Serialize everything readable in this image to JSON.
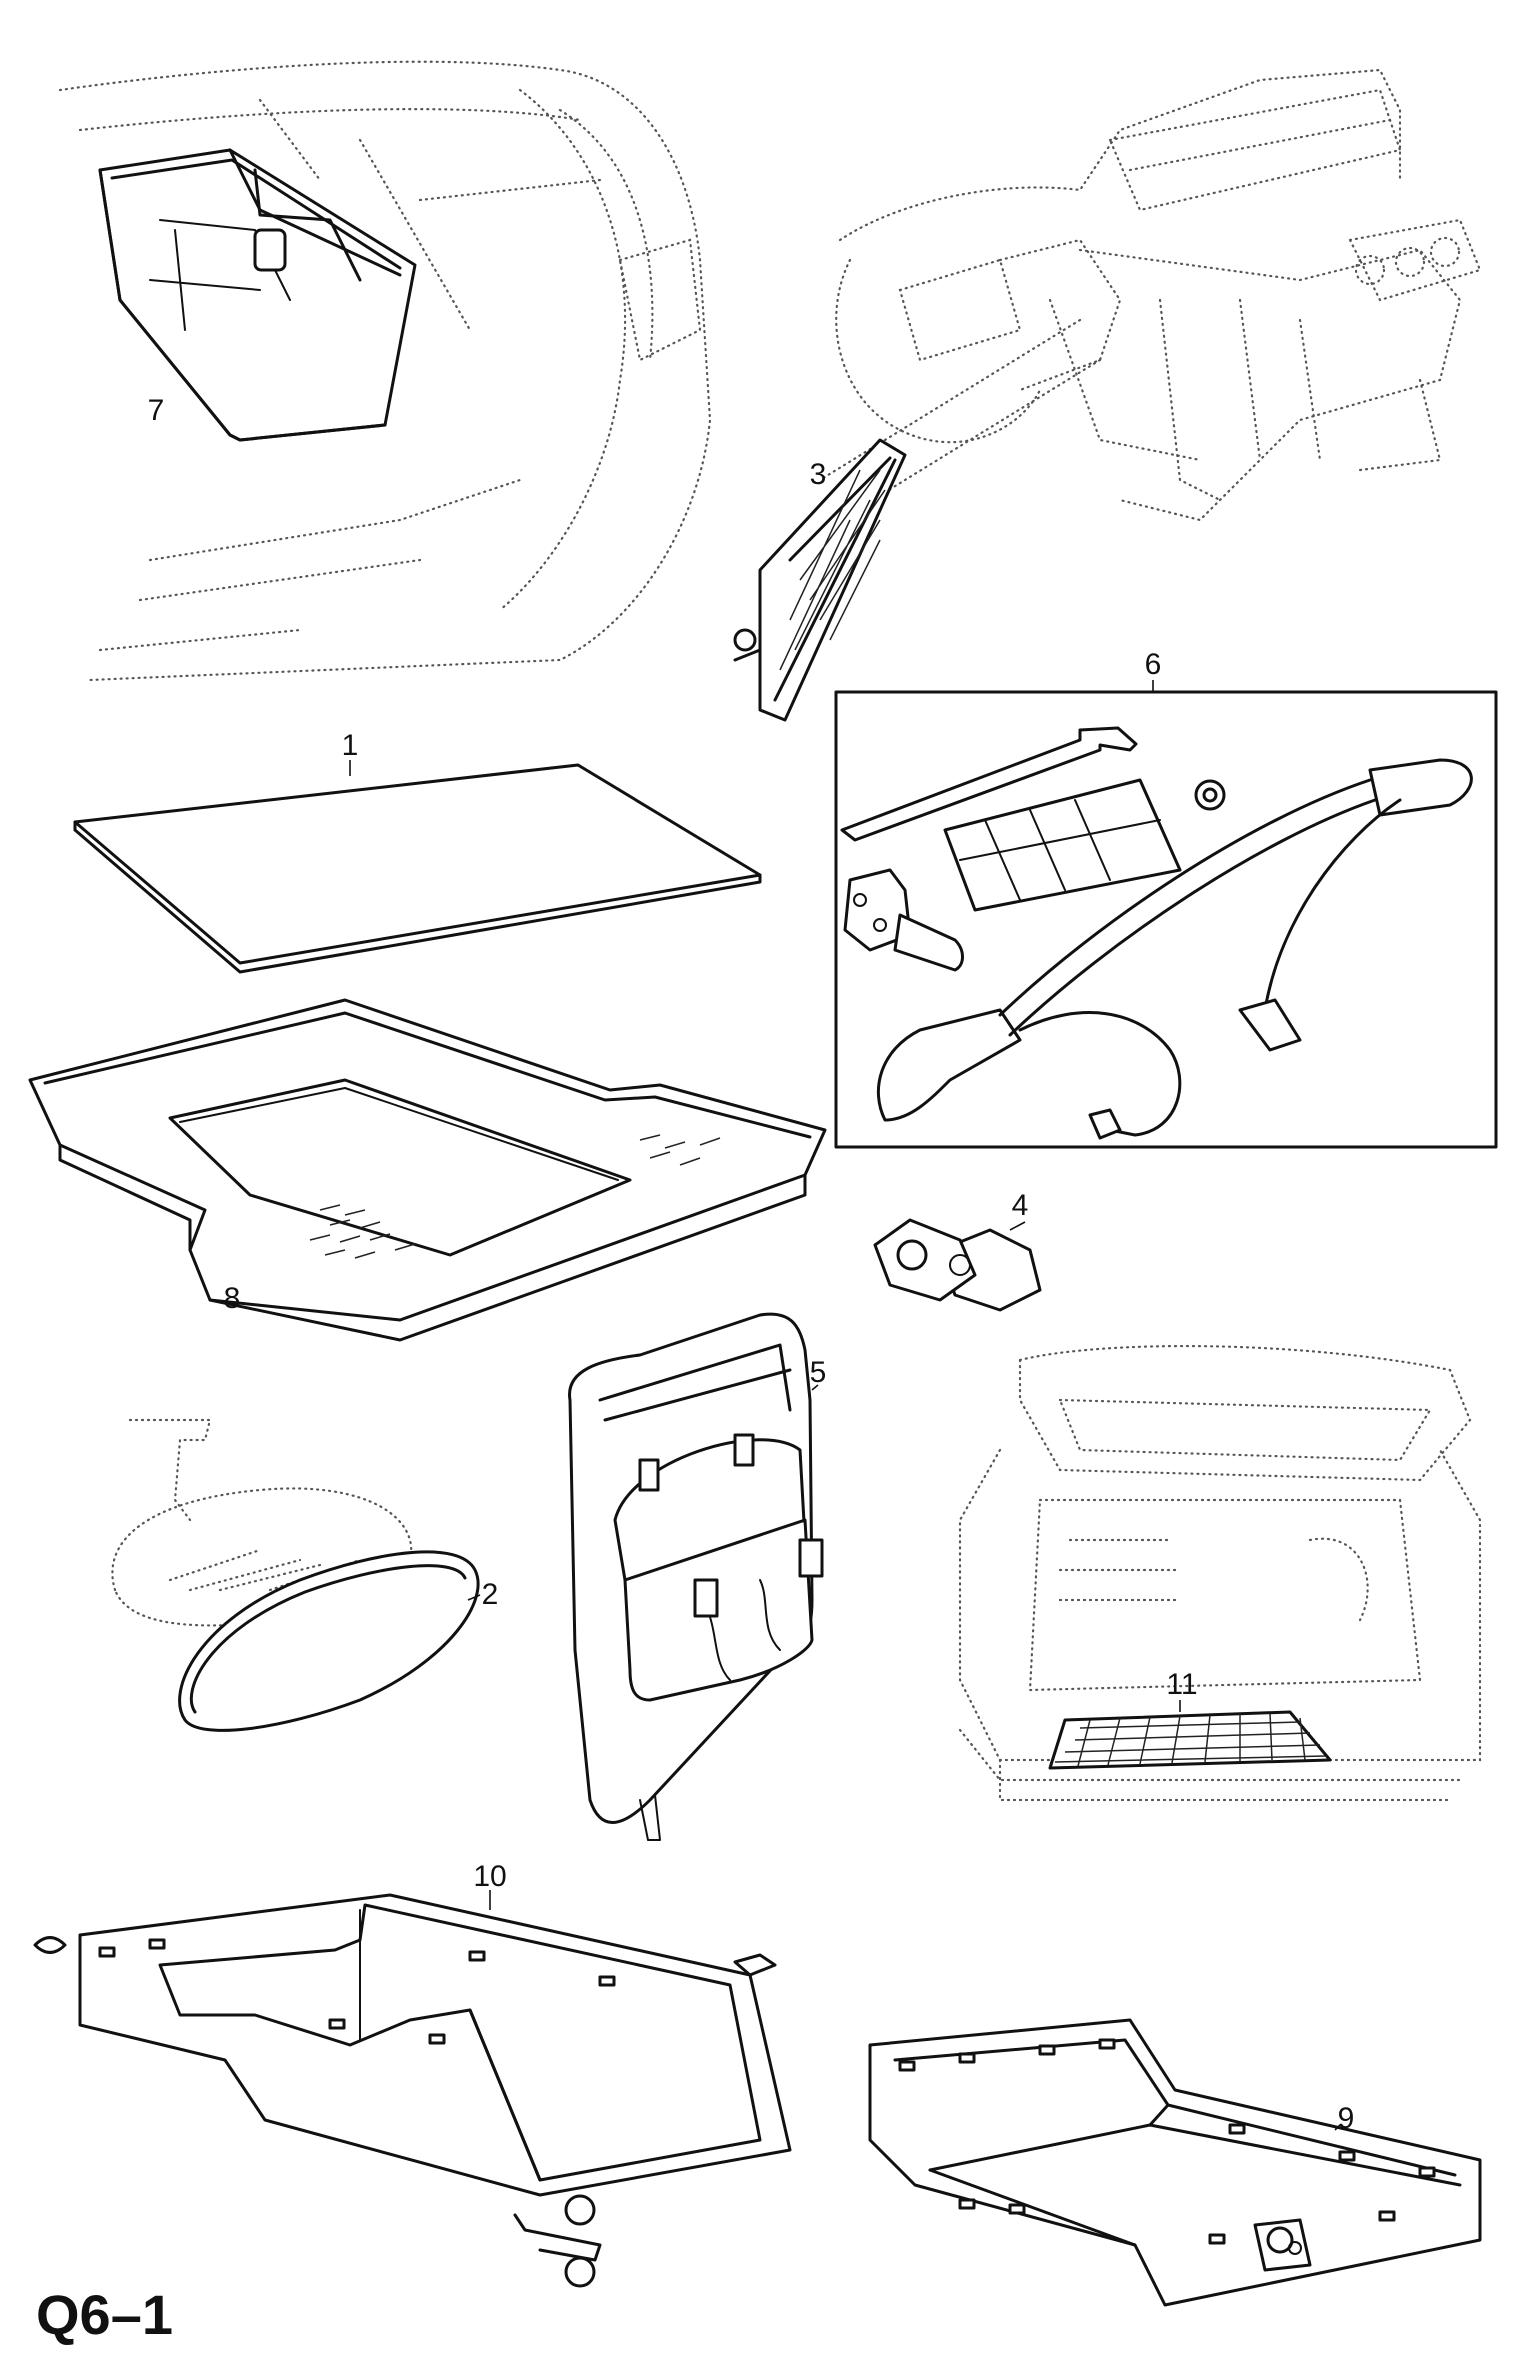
{
  "page_code": "Q6–1",
  "callouts": {
    "p1": "1",
    "p2": "2",
    "p3": "3",
    "p4": "4",
    "p5": "5",
    "p6": "6",
    "p7": "7",
    "p8": "8",
    "p9": "9",
    "p10": "10",
    "p11": "11"
  }
}
